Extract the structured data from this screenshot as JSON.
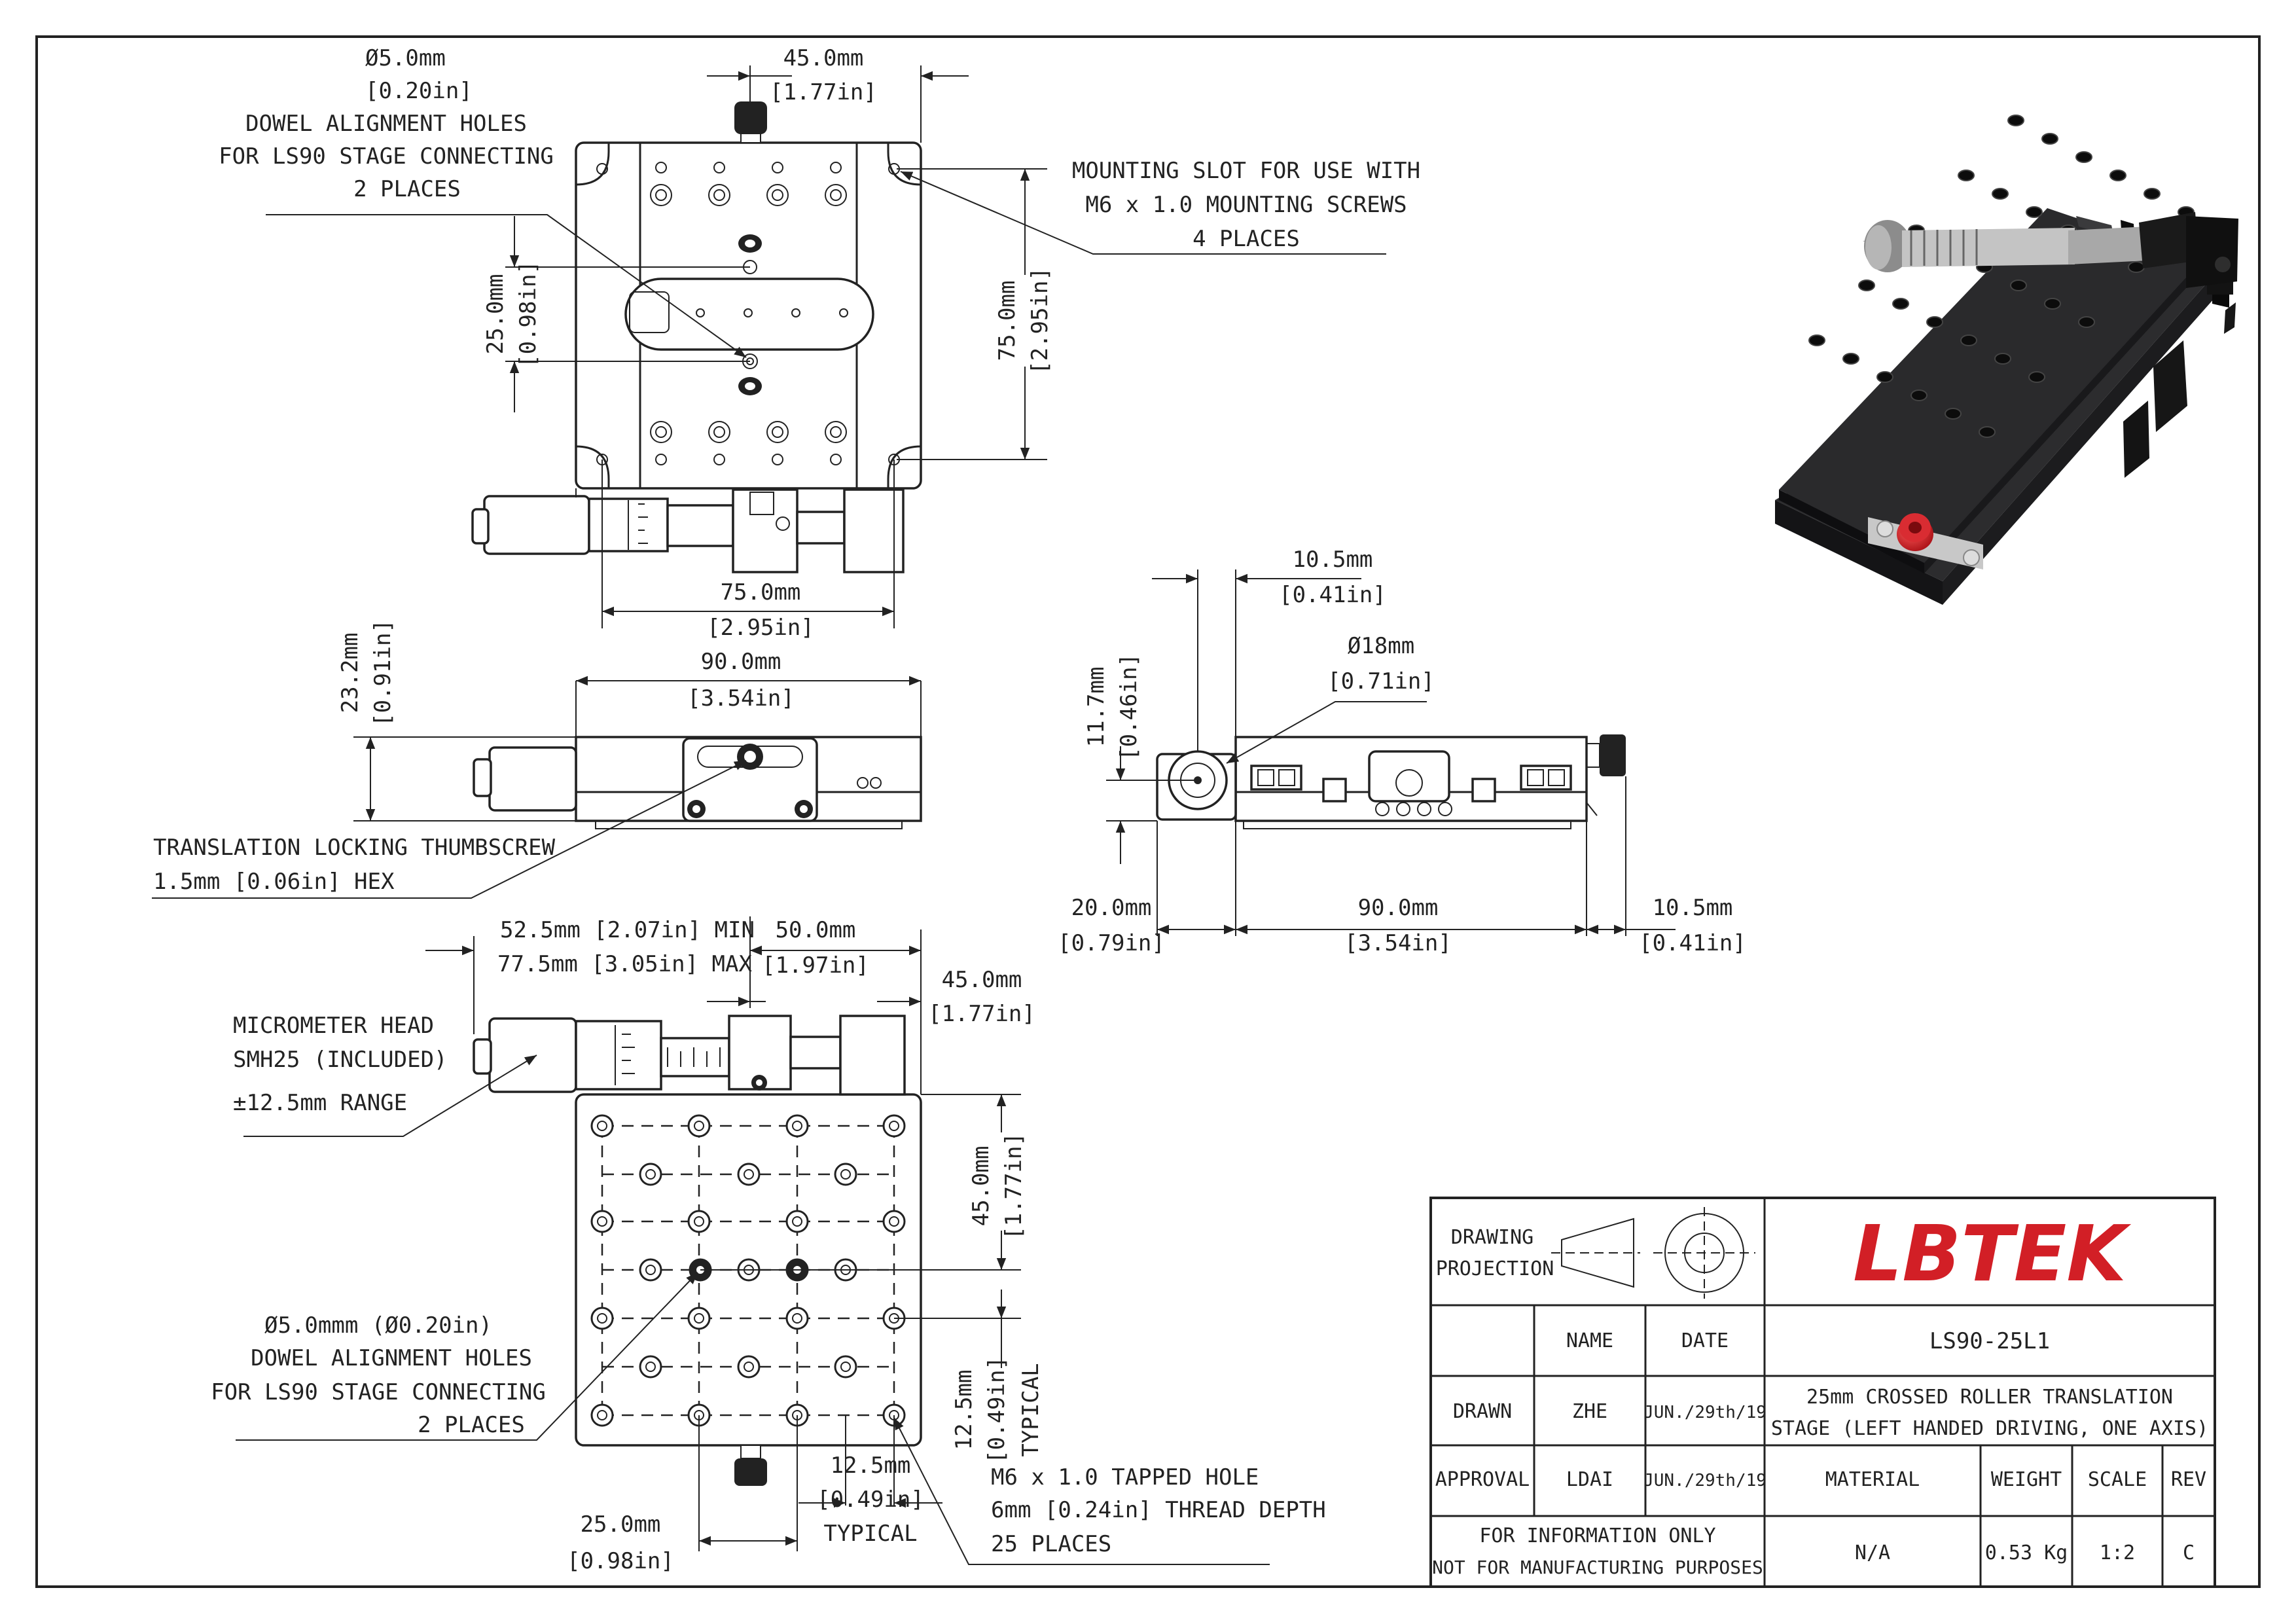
{
  "top_view": {
    "dowel_dia": "Ø5.0mm",
    "dowel_dia_in": "[0.20in]",
    "dowel_l1": "DOWEL ALIGNMENT HOLES",
    "dowel_l2": "FOR LS90 STAGE CONNECTING",
    "dowel_l3": "2 PLACES",
    "dim_45": "45.0mm",
    "dim_45_in": "[1.77in]",
    "slot_l1": "MOUNTING SLOT FOR USE WITH",
    "slot_l2": "M6 x 1.0 MOUNTING SCREWS",
    "slot_l3": "4 PLACES",
    "dim_25": "25.0mm",
    "dim_25_in": "[0.98in]",
    "dim_75v": "75.0mm",
    "dim_75v_in": "[2.95in]",
    "dim_75h": "75.0mm",
    "dim_75h_in": "[2.95in]"
  },
  "side_view": {
    "dim_23": "23.2mm",
    "dim_23_in": "[0.91in]",
    "dim_90": "90.0mm",
    "dim_90_in": "[3.54in]",
    "lock_l1": "TRANSLATION LOCKING THUMBSCREW",
    "lock_l2": "1.5mm [0.06in] HEX"
  },
  "bottom_view": {
    "travel_min": "52.5mm [2.07in] MIN",
    "travel_max": "77.5mm [3.05in] MAX",
    "dim_50": "50.0mm",
    "dim_50_in": "[1.97in]",
    "dim_45": "45.0mm",
    "dim_45_in": "[1.77in]",
    "mic_l1": "MICROMETER HEAD",
    "mic_l2": "SMH25 (INCLUDED)",
    "mic_l3": "±12.5mm RANGE",
    "dim_45v": "45.0mm",
    "dim_45v_in": "[1.77in]",
    "dowel_l1": "Ø5.0mmm (Ø0.20in)",
    "dowel_l2": "DOWEL ALIGNMENT HOLES",
    "dowel_l3": "FOR LS90 STAGE CONNECTING",
    "dowel_l4": "2 PLACES",
    "dim_125v": "12.5mm",
    "dim_125v_in": "[0.49in]",
    "dim_125v_typ": "TYPICAL",
    "dim_25": "25.0mm",
    "dim_25_in": "[0.98in]",
    "dim_125h": "12.5mm",
    "dim_125h_in": "[0.49in]",
    "dim_125h_typ": "TYPICAL",
    "tap_l1": "M6 x 1.0 TAPPED HOLE",
    "tap_l2": "6mm [0.24in] THREAD DEPTH",
    "tap_l3": "25 PLACES"
  },
  "end_view": {
    "dim_105a": "10.5mm",
    "dim_105a_in": "[0.41in]",
    "dim_18": "Ø18mm",
    "dim_18_in": "[0.71in]",
    "dim_117": "11.7mm",
    "dim_117_in": "[0.46in]",
    "dim_20": "20.0mm",
    "dim_20_in": "[0.79in]",
    "dim_90": "90.0mm",
    "dim_90_in": "[3.54in]",
    "dim_105b": "10.5mm",
    "dim_105b_in": "[0.41in]"
  },
  "title_block": {
    "projection_l1": "DRAWING",
    "projection_l2": "PROJECTION",
    "logo": "LBTEK",
    "logo_color": "#d21f26",
    "col_name": "NAME",
    "col_date": "DATE",
    "part_no": "LS90-25L1",
    "row_drawn": "DRAWN",
    "drawn_name": "ZHE",
    "drawn_date": "JUN./29th/19",
    "desc_l1": "25mm CROSSED ROLLER TRANSLATION",
    "desc_l2": "STAGE (LEFT HANDED DRIVING, ONE AXIS)",
    "row_approval": "APPROVAL",
    "approval_name": "LDAI",
    "approval_date": "JUN./29th/19",
    "h_material": "MATERIAL",
    "h_weight": "WEIGHT",
    "h_scale": "SCALE",
    "h_rev": "REV",
    "info_l1": "FOR INFORMATION ONLY",
    "info_l2": "NOT FOR MANUFACTURING PURPOSES",
    "material": "N/A",
    "weight": "0.53 Kg",
    "scale": "1:2",
    "rev": "C"
  }
}
